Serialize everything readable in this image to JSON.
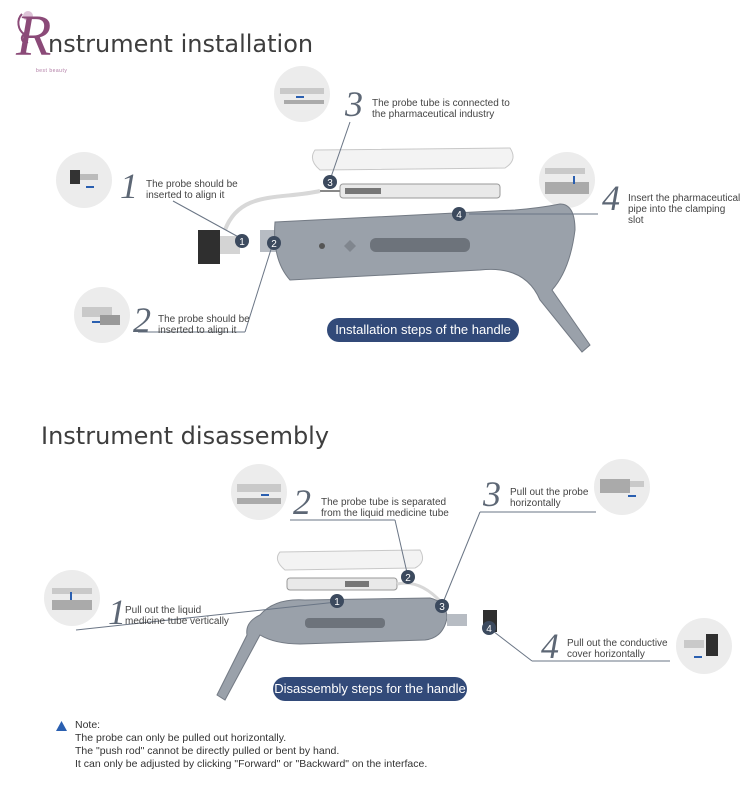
{
  "logo": {
    "letter": "R",
    "subtitle": "best beauty"
  },
  "install": {
    "title": "nstrument installation",
    "banner": "Installation steps of the handle",
    "steps": [
      {
        "num": "1",
        "text": "The probe should be inserted to align it"
      },
      {
        "num": "2",
        "text": "The probe should be inserted to align it"
      },
      {
        "num": "3",
        "text": "The probe tube is connected to the pharmaceutical industry"
      },
      {
        "num": "4",
        "text": "Insert the pharmaceutical pipe into the clamping slot"
      }
    ]
  },
  "disassembly": {
    "title": "Instrument disassembly",
    "banner": "Disassembly steps for the handle",
    "steps": [
      {
        "num": "1",
        "text": "Pull out the liquid medicine tube vertically"
      },
      {
        "num": "2",
        "text": "The probe tube is separated from the liquid medicine tube"
      },
      {
        "num": "3",
        "text": "Pull out the probe horizontally"
      },
      {
        "num": "4",
        "text": "Pull out the conductive cover horizontally"
      }
    ]
  },
  "note": {
    "heading": "Note:",
    "lines": [
      "The probe can only be pulled out horizontally.",
      "The \"push rod\" cannot be directly pulled or bent by hand.",
      "It can only be adjusted by clicking \"Forward\" or \"Backward\" on the interface."
    ]
  },
  "colors": {
    "accent": "#324a79",
    "device": "#8e959f",
    "logo": "#8b4a78"
  },
  "icons": [
    "warning-triangle-icon"
  ]
}
